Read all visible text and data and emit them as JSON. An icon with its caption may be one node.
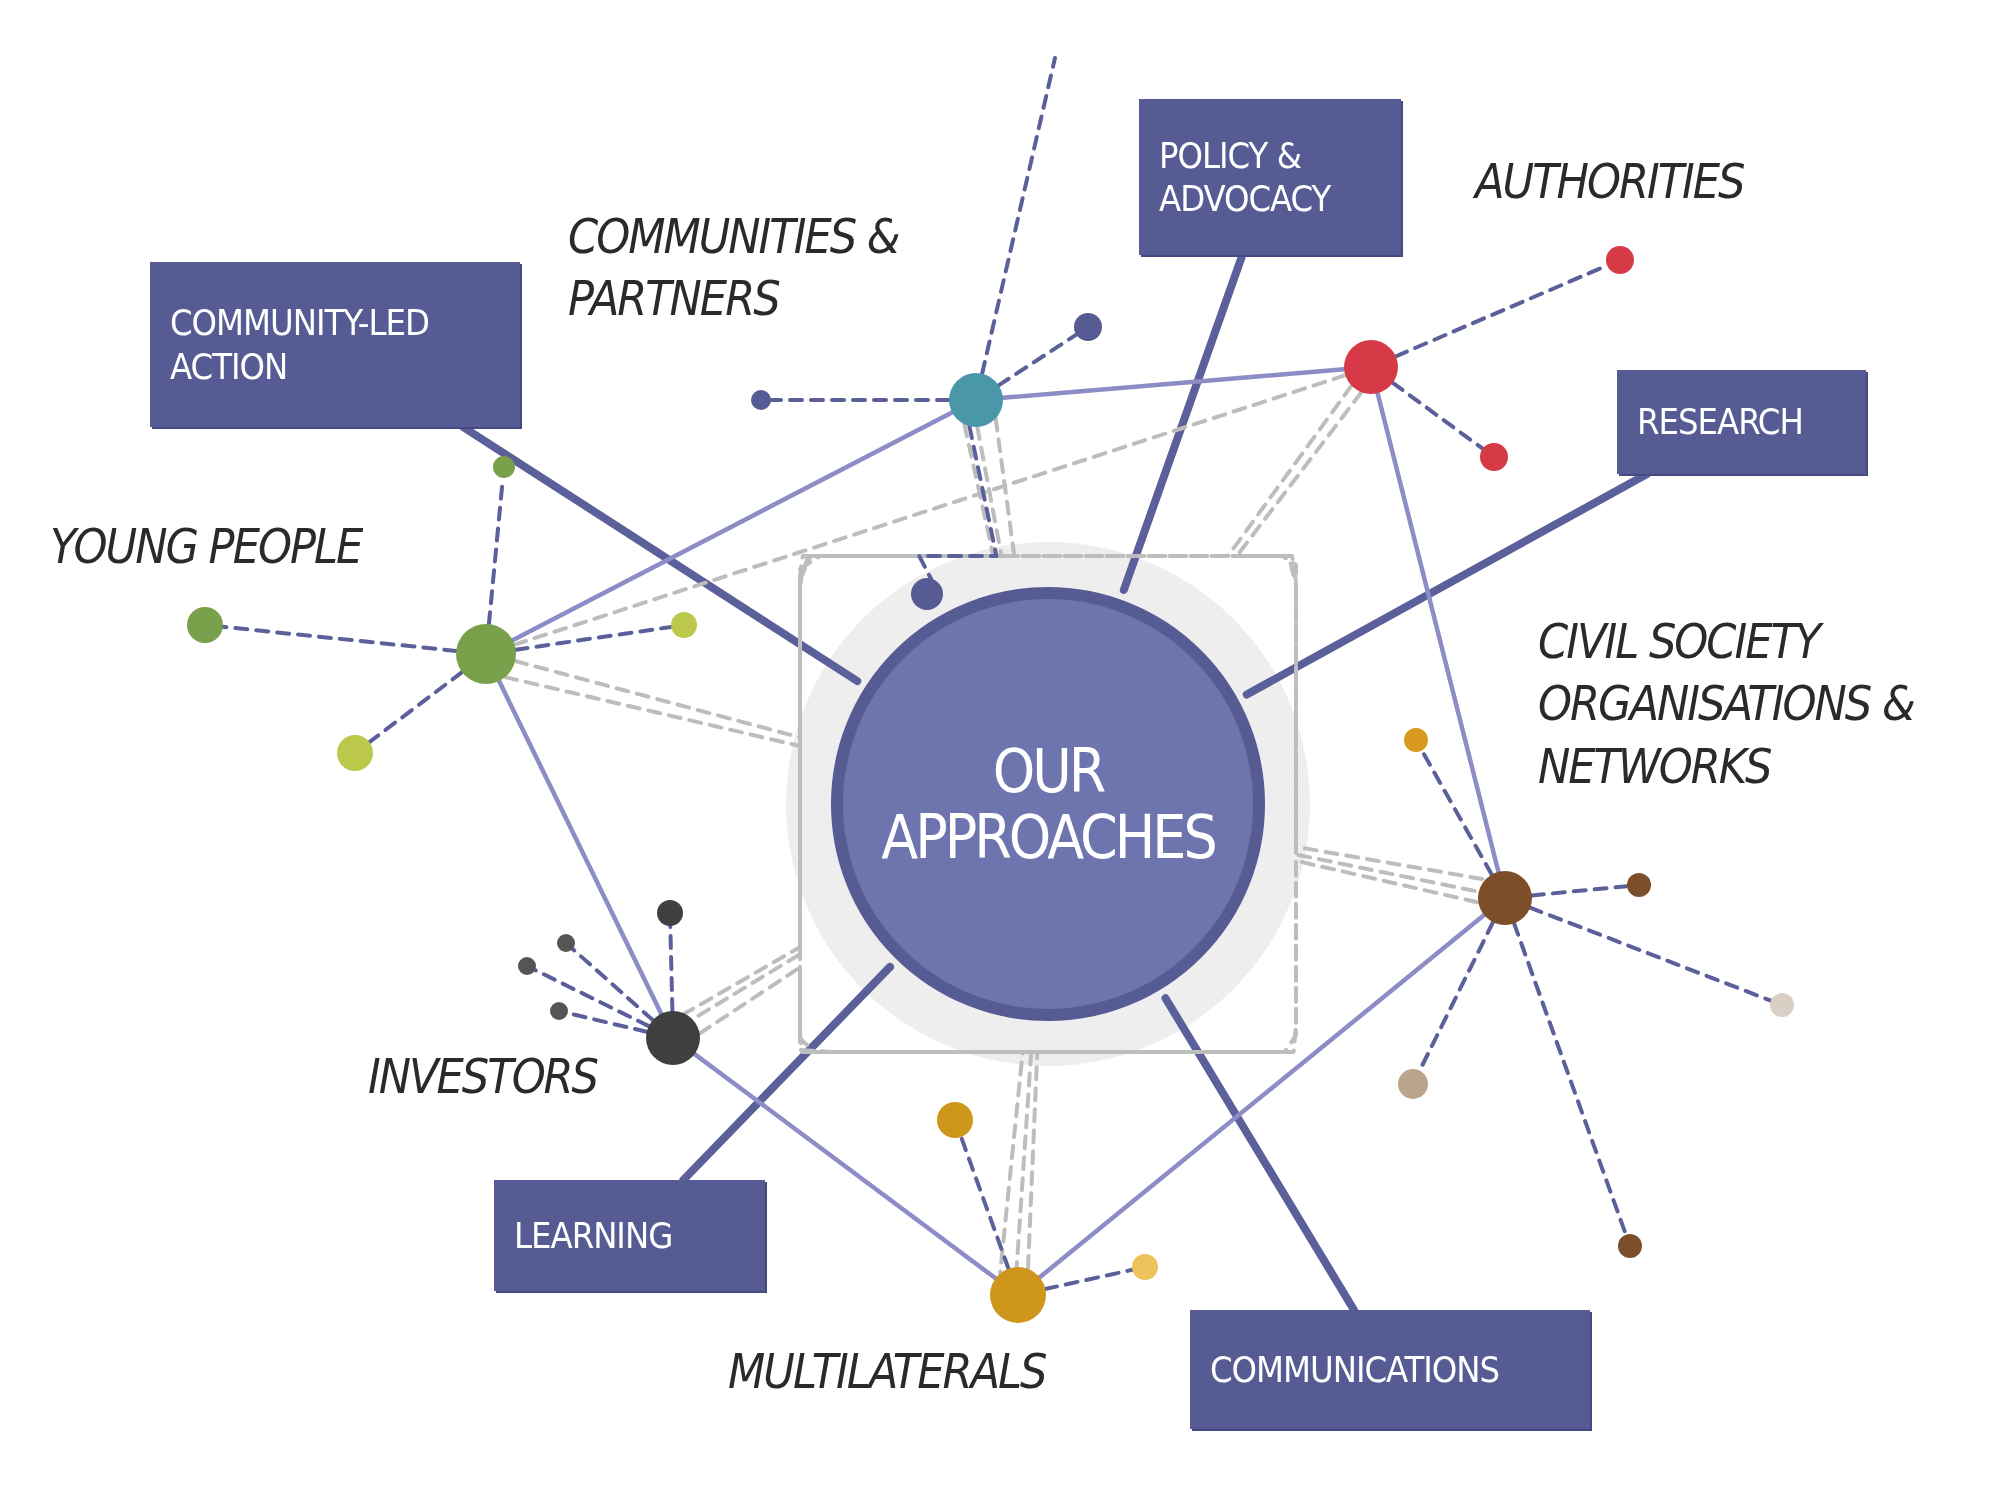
{
  "diagram": {
    "nodes": [
      {
        "text": [
          "OUR APPROACHES"
        ]
      },
      {
        "text": [
          "COMMUNITY-LED ACTION"
        ]
      },
      {
        "text": [
          "POLICY & ADVOCACY"
        ]
      },
      {
        "text": [
          "RESEARCH"
        ]
      },
      {
        "text": [
          "LEARNING"
        ]
      },
      {
        "text": [
          "COMMUNICATIONS"
        ]
      },
      {
        "text": [],
        "shape": "circle",
        "beside": [
          "COMMUNITIES & PARTNERS"
        ]
      },
      {
        "text": [],
        "shape": "circle"
      },
      {
        "text": [],
        "shape": "circle"
      },
      {
        "text": [],
        "shape": "circle",
        "beside": [
          "CIVIL SOCIETY ORGANISATIONS & NETWORKS"
        ]
      },
      {
        "text": [],
        "shape": "circle",
        "beside": [
          "INVESTORS"
        ]
      },
      {
        "text": [],
        "shape": "circle",
        "beside": [
          "MULTILATERALS"
        ]
      },
      {
        "text": [],
        "shape": "circle"
      },
      {
        "text": [],
        "shape": "circle"
      },
      {
        "text": [],
        "shape": "circle"
      },
      {
        "text": [],
        "shape": "circle"
      },
      {
        "text": [],
        "shape": "circle"
      },
      {
        "text": [],
        "shape": "circle"
      },
      {
        "text": [],
        "shape": "circle"
      },
      {
        "text": [],
        "shape": "circle"
      },
      {
        "text": [],
        "shape": "circle"
      },
      {
        "text": [],
        "shape": "circle"
      },
      {
        "text": [],
        "shape": "circle"
      },
      {
        "text": [],
        "shape": "circle"
      },
      {
        "text": [],
        "shape": "circle"
      },
      {
        "text": [],
        "shape": "circle"
      },
      {
        "text": [],
        "shape": "circle"
      },
      {
        "text": [],
        "shape": "circle"
      },
      {
        "text": [],
        "shape": "circle"
      },
      {
        "text": [],
        "shape": "circle"
      },
      {
        "text": [],
        "shape": "circle"
      },
      {
        "text": [],
        "shape": "circle"
      }
    ],
    "edges": [
      {
        "from": 0,
        "to": 1,
        "arrow": "none",
        "style": "thick"
      },
      {
        "from": 0,
        "to": 2,
        "arrow": "none",
        "style": "thick"
      },
      {
        "from": 0,
        "to": 3,
        "arrow": "none",
        "style": "thick"
      },
      {
        "from": 0,
        "to": 4,
        "arrow": "none",
        "style": "thick"
      },
      {
        "from": 0,
        "to": 5,
        "arrow": "none",
        "style": "thick"
      },
      {
        "from": 6,
        "to": 7,
        "arrow": "none",
        "color": "#8c8cc6"
      },
      {
        "from": 8,
        "to": 6,
        "arrow": "none",
        "color": "#8c8cc6"
      },
      {
        "from": 7,
        "to": 9,
        "arrow": "none",
        "color": "#8c8cc6"
      },
      {
        "from": 8,
        "to": 10,
        "arrow": "none",
        "color": "#8c8cc6"
      },
      {
        "from": 10,
        "to": 11,
        "arrow": "none",
        "color": "#8c8cc6"
      },
      {
        "from": 11,
        "to": 9,
        "arrow": "none",
        "color": "#8c8cc6"
      },
      {
        "from": 8,
        "to": 7,
        "arrow": "none",
        "style": "dashed",
        "color": "#bdbdbd"
      },
      {
        "from": 8,
        "to": 9,
        "arrow": "none",
        "style": "dashed",
        "color": "#bdbdbd"
      },
      {
        "from": 6,
        "to": 11,
        "arrow": "none",
        "style": "dashed",
        "color": "#bdbdbd"
      },
      {
        "from": 6,
        "to": 10,
        "arrow": "none",
        "style": "dashed",
        "color": "#bdbdbd"
      },
      {
        "from": 7,
        "to": 10,
        "arrow": "none",
        "style": "dashed",
        "color": "#bdbdbd"
      },
      {
        "from": 7,
        "to": 11,
        "arrow": "none",
        "style": "dashed",
        "color": "#bdbdbd"
      },
      {
        "from": 6,
        "to": 9,
        "arrow": "none",
        "style": "dashed",
        "color": "#bdbdbd"
      },
      {
        "from": 10,
        "to": 9,
        "arrow": "none",
        "style": "dashed",
        "color": "#bdbdbd"
      },
      {
        "from": 8,
        "to": 11,
        "arrow": "none",
        "style": "dashed",
        "color": "#bdbdbd"
      },
      {
        "from": 6,
        "to": 12,
        "arrow": "none",
        "style": "dashed"
      },
      {
        "from": 6,
        "to": 13,
        "arrow": "none",
        "style": "dashed"
      },
      {
        "from": 6,
        "to": 14,
        "arrow": "none",
        "style": "dashed"
      },
      {
        "from": 6,
        "to": null,
        "arrow": "none",
        "style": "dashed"
      },
      {
        "from": 7,
        "to": 15,
        "arrow": "none",
        "style": "dashed"
      },
      {
        "from": 7,
        "to": 16,
        "arrow": "none",
        "style": "dashed"
      },
      {
        "from": 8,
        "to": 17,
        "arrow": "none",
        "style": "dashed"
      },
      {
        "from": 8,
        "to": 18,
        "arrow": "none",
        "style": "dashed"
      },
      {
        "from": 8,
        "to": 19,
        "arrow": "none",
        "style": "dashed"
      },
      {
        "from": 8,
        "to": 20,
        "arrow": "none",
        "style": "dashed"
      },
      {
        "from": 10,
        "to": 21,
        "arrow": "none",
        "style": "dashed"
      },
      {
        "from": 10,
        "to": 22,
        "arrow": "none",
        "style": "dashed"
      },
      {
        "from": 10,
        "to": 23,
        "arrow": "none",
        "style": "dashed"
      },
      {
        "from": 10,
        "to": 24,
        "arrow": "none",
        "style": "dashed"
      },
      {
        "from": 9,
        "to": 25,
        "arrow": "none",
        "style": "dashed"
      },
      {
        "from": 9,
        "to": 26,
        "arrow": "none",
        "style": "dashed"
      },
      {
        "from": 9,
        "to": 27,
        "arrow": "none",
        "style": "dashed"
      },
      {
        "from": 9,
        "to": 28,
        "arrow": "none",
        "style": "dashed"
      },
      {
        "from": 9,
        "to": 29,
        "arrow": "none",
        "style": "dashed"
      },
      {
        "from": 11,
        "to": 30,
        "arrow": "none",
        "style": "dashed"
      },
      {
        "from": 11,
        "to": 31,
        "arrow": "none",
        "style": "dashed"
      }
    ],
    "labels": [
      "AUTHORITIES",
      "YOUNG PEOPLE"
    ]
  }
}
